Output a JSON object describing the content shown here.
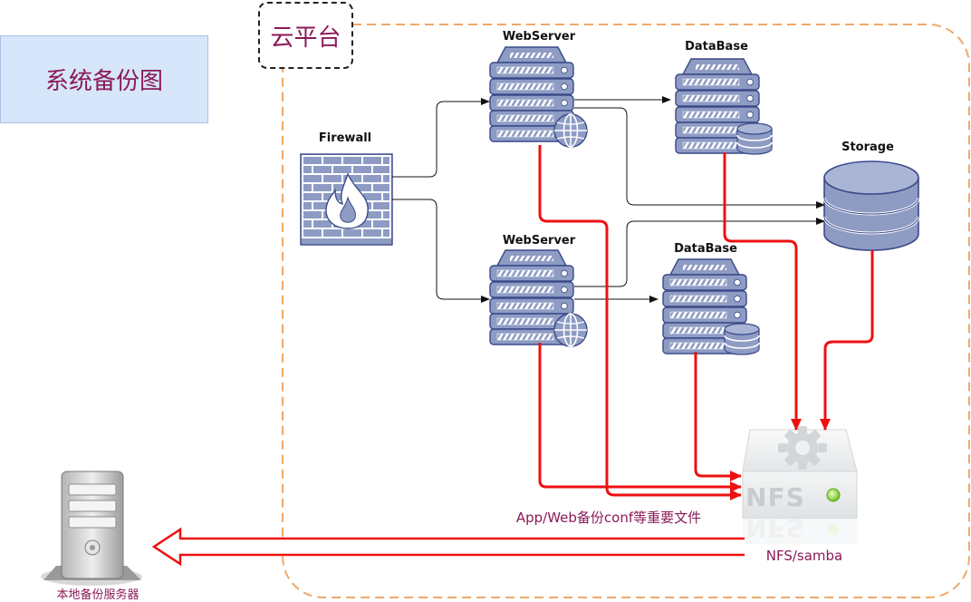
{
  "title": "系统备份图",
  "cloud_label": "云平台",
  "nodes": {
    "firewall": "Firewall",
    "webserver_top": "WebServer",
    "webserver_bottom": "WebServer",
    "database_top": "DataBase",
    "database_bottom": "DataBase",
    "storage": "Storage",
    "nfs_badge": "NFS",
    "nfs": "NFS/samba",
    "local_backup": "本地备份服务器"
  },
  "edge_label": "App/Web备份conf等重要文件",
  "colors": {
    "title_bg": "#d7e6fa",
    "title_text": "#8b1a57",
    "cloud_border": "#f0a868",
    "server_fill": "#8e9cc4",
    "server_stroke": "#3b4a8a",
    "backup_arrow": "#ee1111",
    "connector": "#111111"
  }
}
